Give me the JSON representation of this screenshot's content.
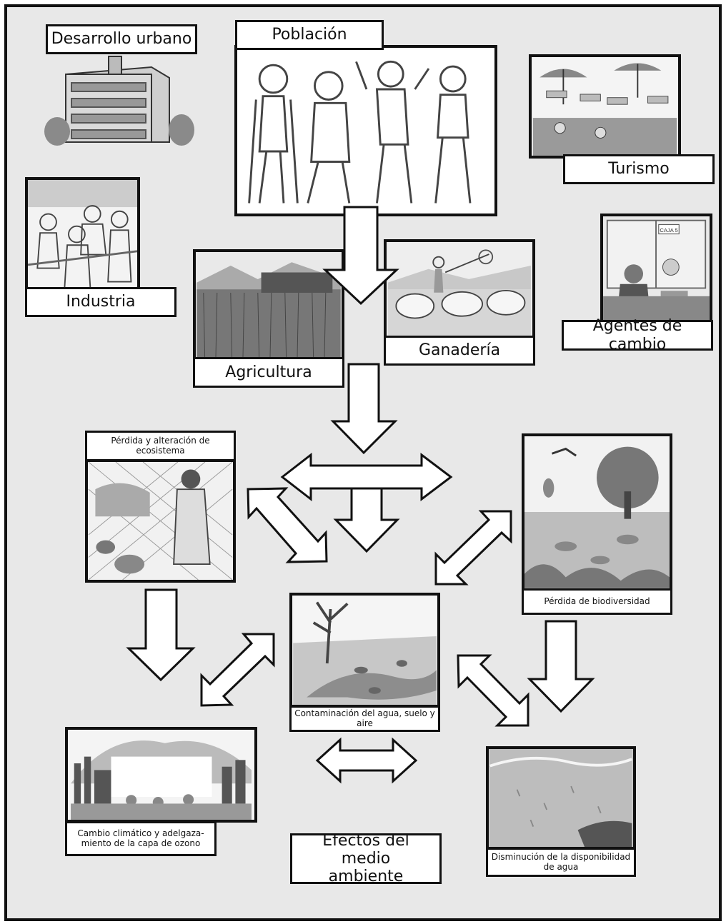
{
  "drivers": {
    "urban": "Desarrollo urbano",
    "population": "Población",
    "tourism": "Turismo",
    "industry": "Industria",
    "agriculture": "Agricultura",
    "livestock": "Ganadería",
    "agents": "Agentes de cambio"
  },
  "effects": {
    "ecosystem": "Pérdida y alteración de ecosistema",
    "biodiversity": "Pérdida de biodiversidad",
    "pollution": "Contaminación del agua, suelo y aire",
    "climate": "Cambio climático y adelgaza-miento de la capa de ozono",
    "water": "Disminución de la disponibilidad de agua",
    "title": "Efectos del medio ambiente"
  },
  "sign": "CAJA 5"
}
